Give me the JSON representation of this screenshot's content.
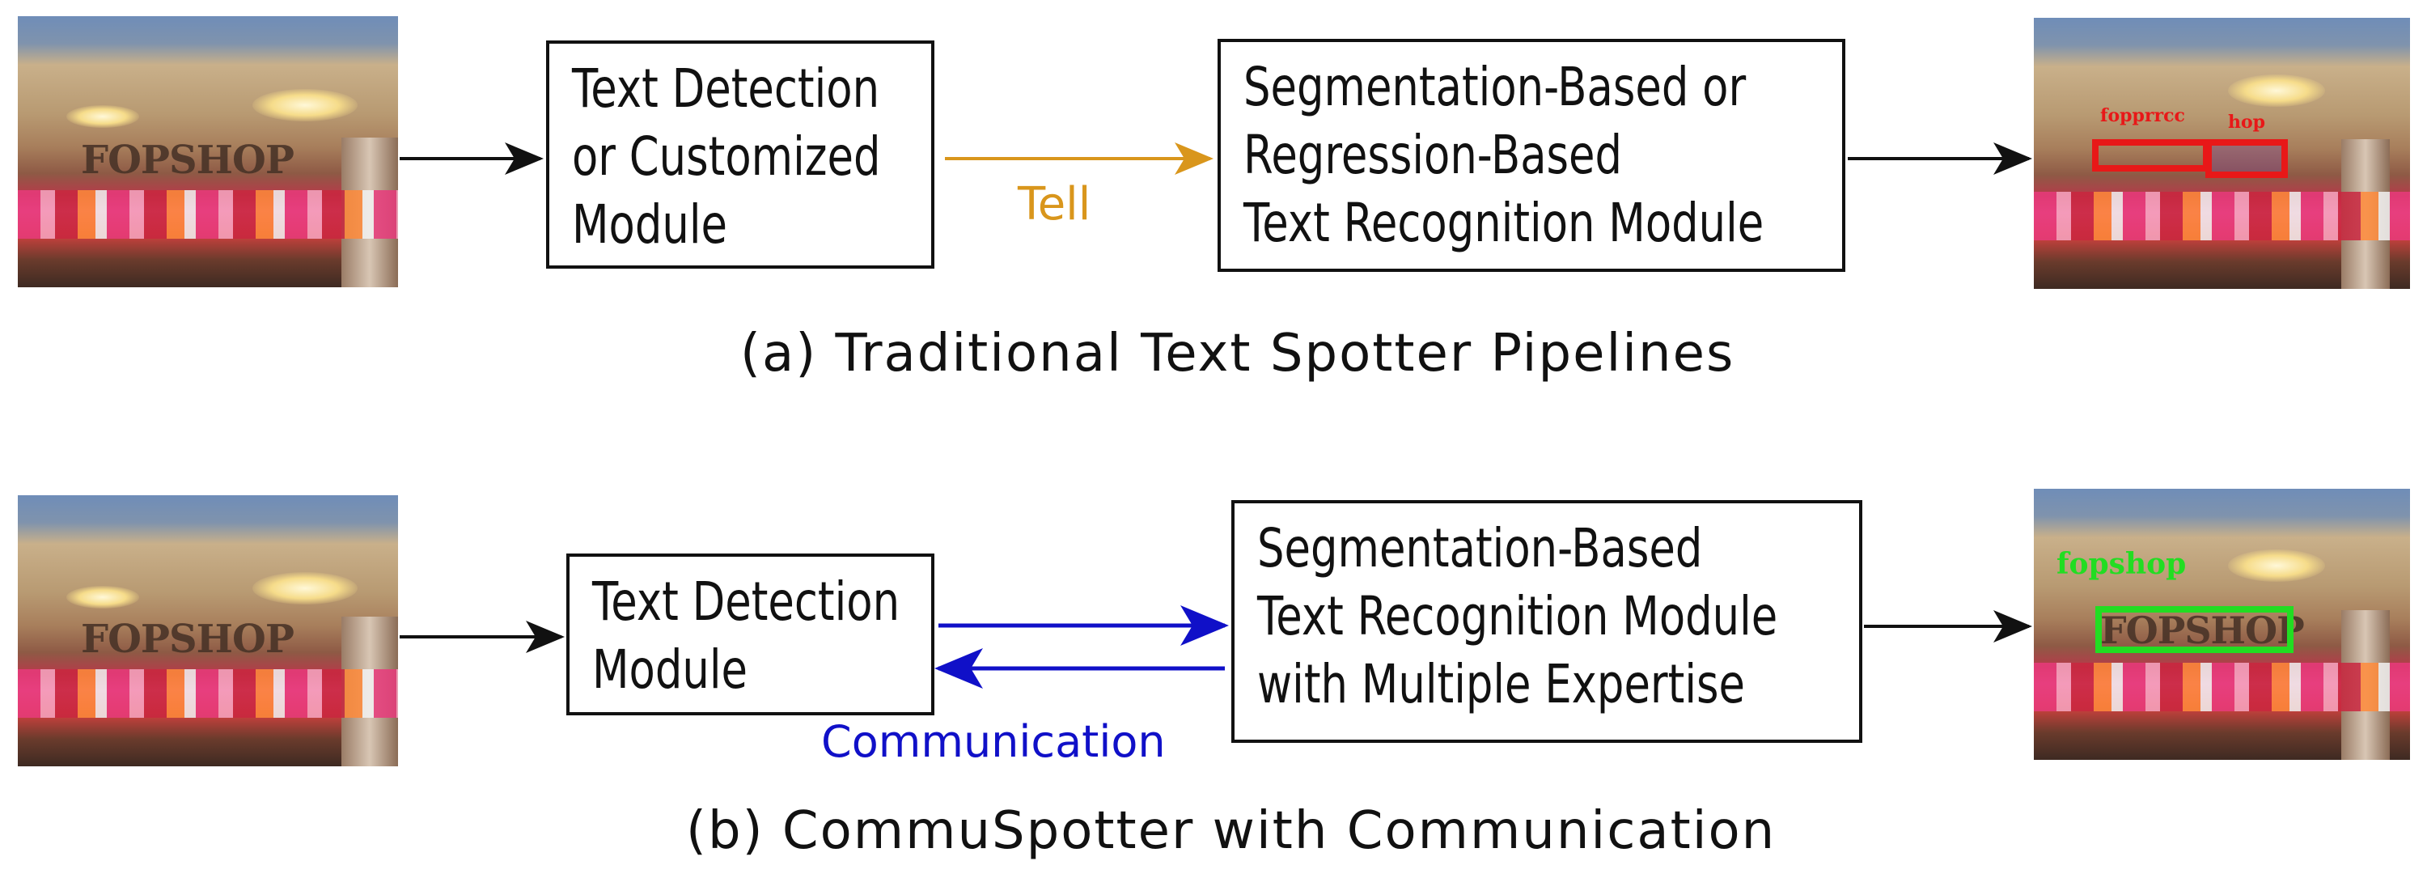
{
  "top_row": {
    "module1_lines": [
      "Text Detection",
      "or Customized",
      "Module"
    ],
    "module2_lines": [
      "Segmentation-Based or",
      "Regression-Based",
      "Text Recognition Module"
    ],
    "edge_label": "Tell",
    "caption": "(a) Traditional Text Spotter Pipelines",
    "input_sign_text": "FOPSHOP",
    "output_words": [
      "fopprrcc",
      "hop"
    ]
  },
  "bottom_row": {
    "module1_lines": [
      "Text Detection",
      "Module"
    ],
    "module2_lines": [
      "Segmentation-Based",
      "Text Recognition Module",
      "with Multiple Expertise"
    ],
    "edge_label": "Communication",
    "caption": "(b) CommuSpotter with Communication",
    "input_sign_text": "FOPSHOP",
    "output_sign_text": "FOPSHOP",
    "output_word": "fopshop"
  },
  "colors": {
    "tell_arrow": "#d9961c",
    "communication_arrow": "#1010c8",
    "wrong_box": "#e81818",
    "correct_box": "#22dd22"
  }
}
